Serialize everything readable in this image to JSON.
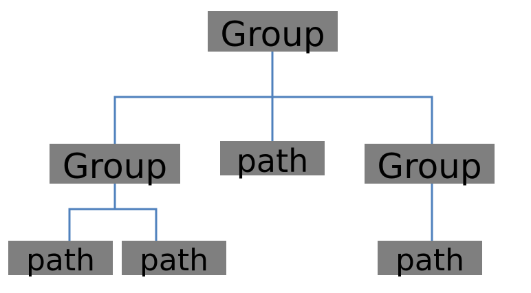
{
  "diagram": {
    "line_color": "#4f81bd",
    "box_color": "#7f7f7f",
    "nodes": {
      "root": "Group",
      "group_left": "Group",
      "path_middle": "path",
      "group_right": "Group",
      "path_left_1": "path",
      "path_left_2": "path",
      "path_right": "path"
    }
  }
}
